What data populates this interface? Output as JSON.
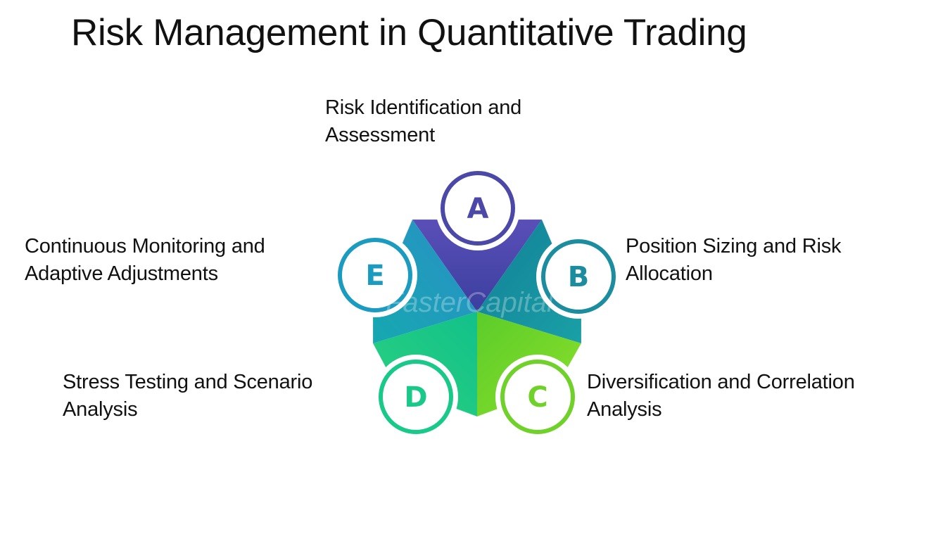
{
  "title": "Risk Management in Quantitative Trading",
  "steps": [
    {
      "letter": "A",
      "line1": "Risk Identification and",
      "line2": "Assessment",
      "color": "#4b48a8"
    },
    {
      "letter": "B",
      "line1": "Position Sizing and Risk",
      "line2": "Allocation",
      "color": "#1b8d9e"
    },
    {
      "letter": "C",
      "line1": "Diversification and Correlation",
      "line2": "Analysis",
      "color": "#6fd12a"
    },
    {
      "letter": "D",
      "line1": "Stress Testing and Scenario",
      "line2": "Analysis",
      "color": "#18c98a"
    },
    {
      "letter": "E",
      "line1": "Continuous Monitoring and",
      "line2": "Adaptive Adjustments",
      "color": "#1a9bbf"
    }
  ],
  "watermark": "FasterCapital"
}
